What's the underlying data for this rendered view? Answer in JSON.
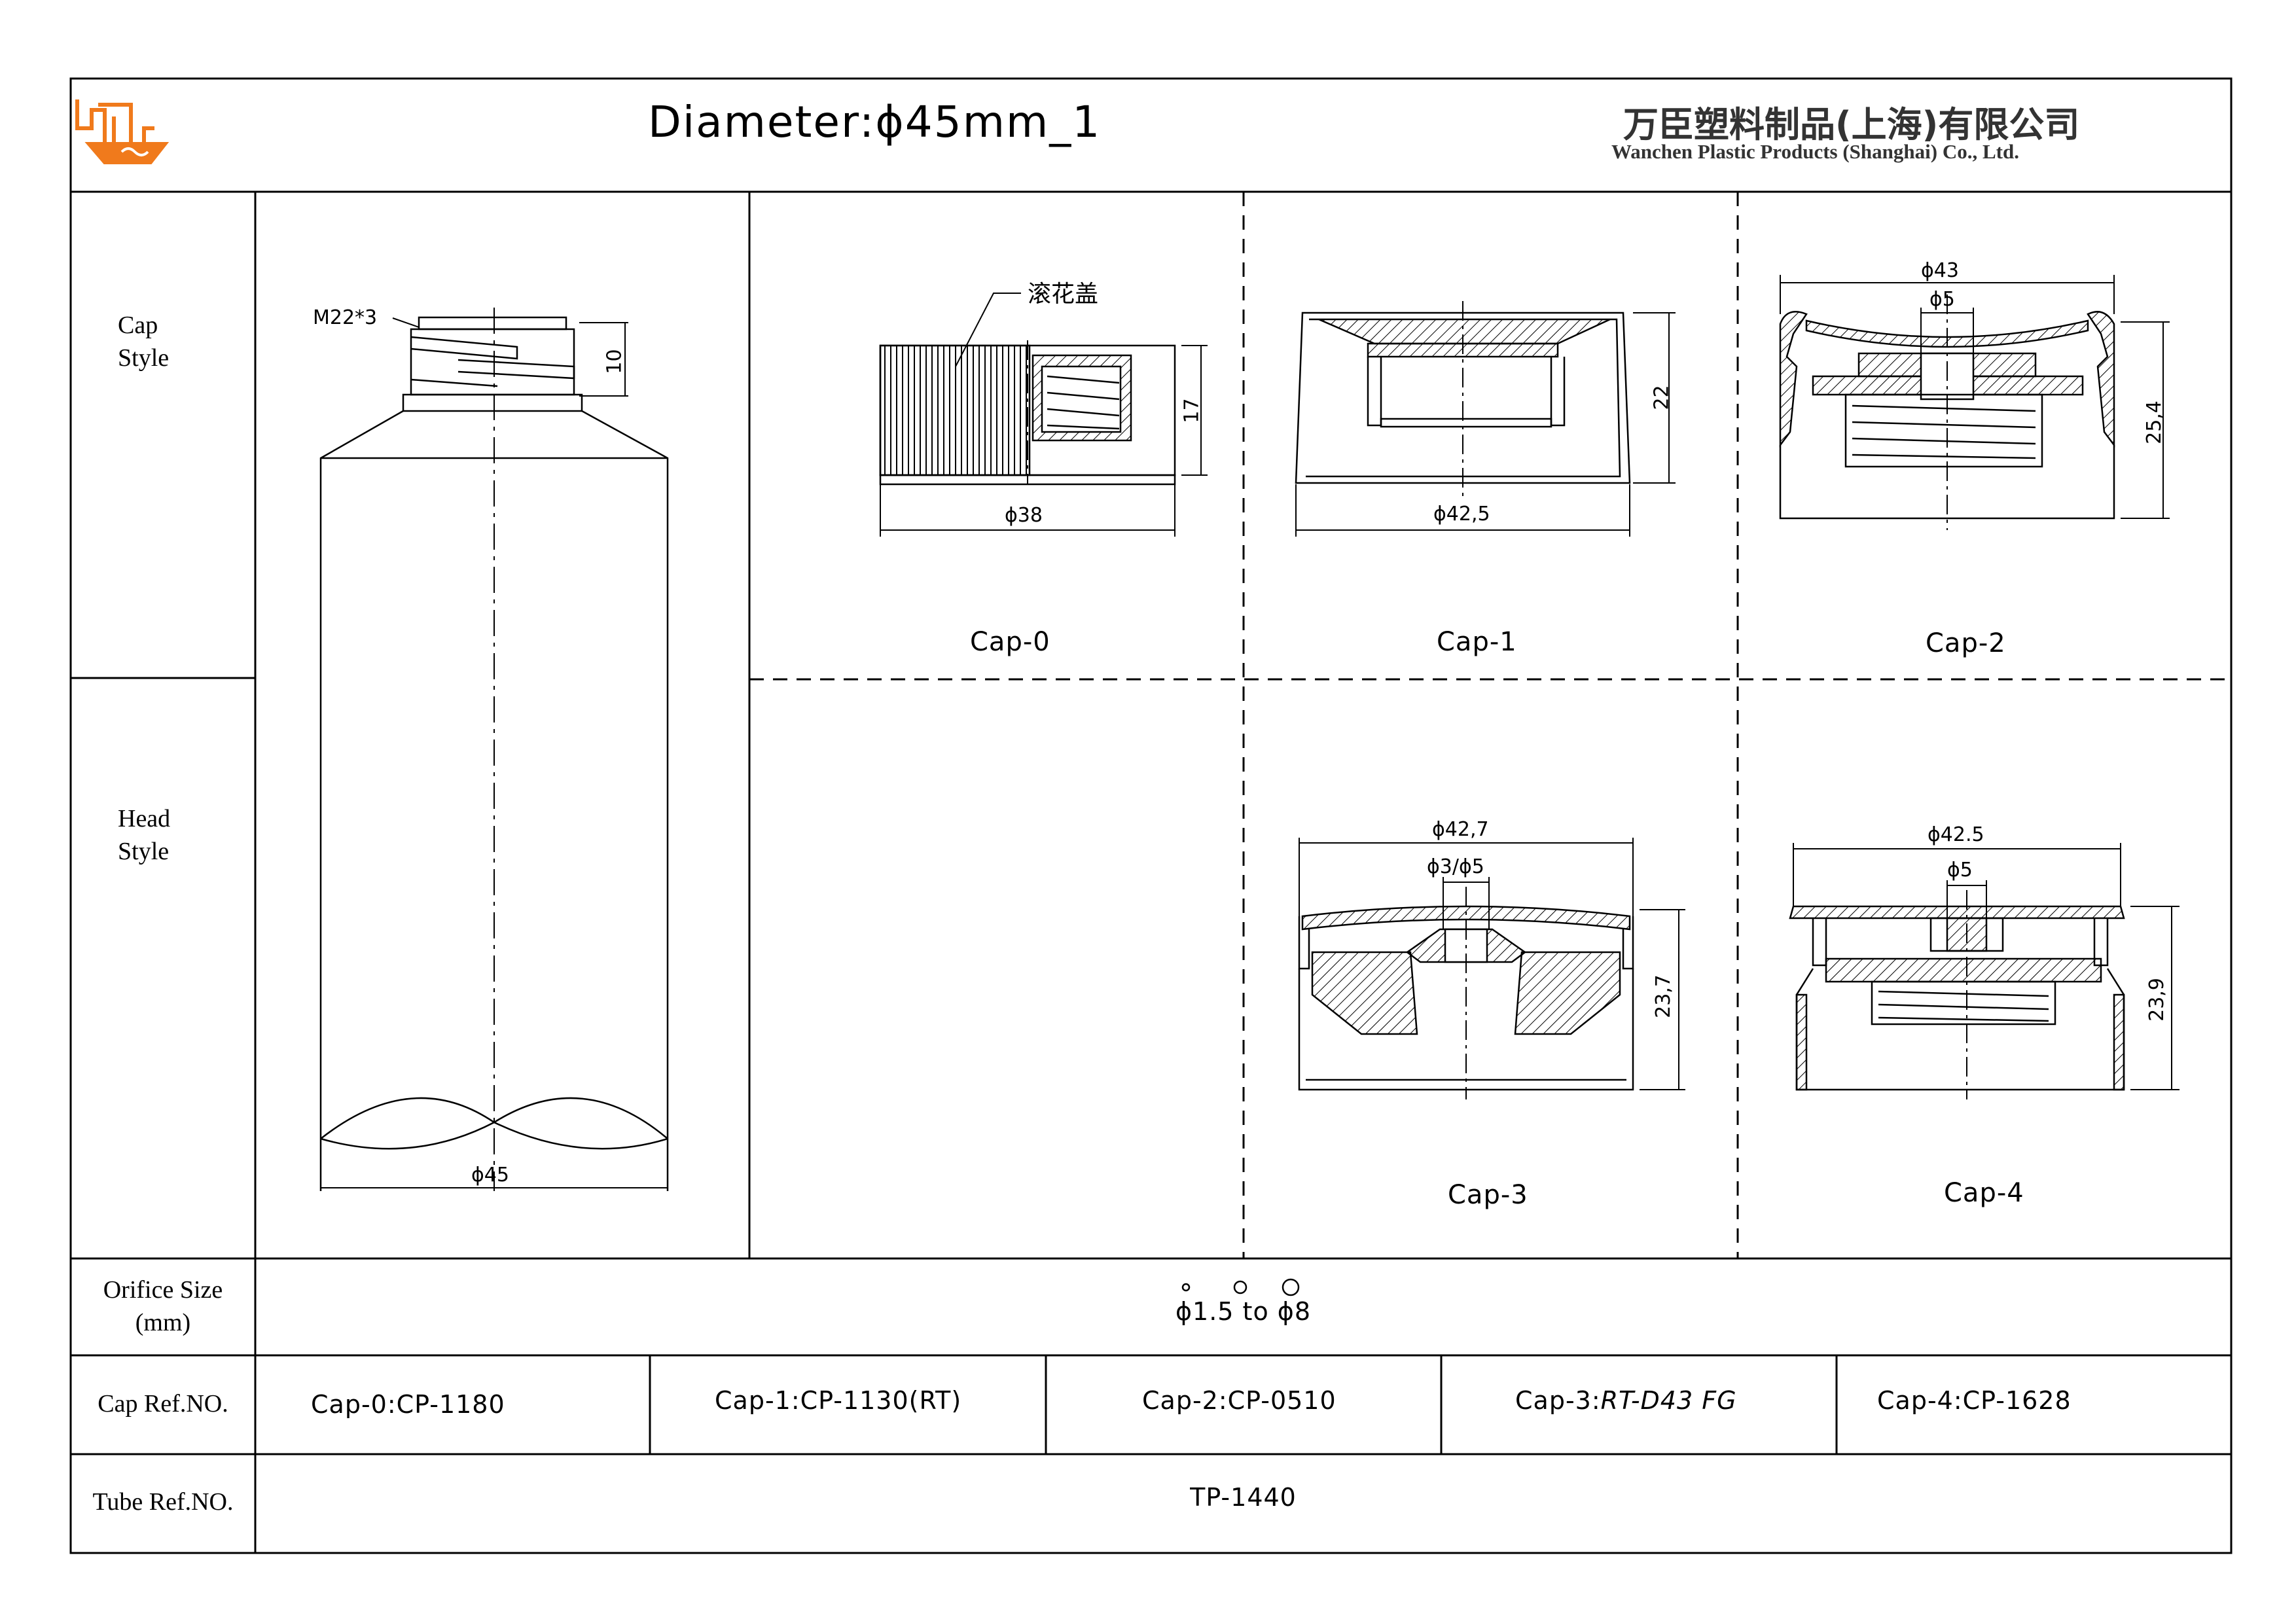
{
  "header": {
    "title": "Diameter:ϕ45mm_1",
    "company_cn": "万臣塑料制品(上海)有限公司",
    "company_en": "Wanchen Plastic Products (Shanghai) Co., Ltd."
  },
  "rows": {
    "cap_style": "Cap\nStyle",
    "head_style": "Head\nStyle",
    "orifice_size": "Orifice Size\n(mm)",
    "cap_ref": "Cap Ref.NO.",
    "tube_ref": "Tube Ref.NO."
  },
  "tube": {
    "thread": "M22*3",
    "neck_height": "10",
    "diameter": "ϕ45"
  },
  "caps": [
    {
      "label": "Cap-0",
      "note": "滚花盖",
      "diameter": "ϕ38",
      "height": "17"
    },
    {
      "label": "Cap-1",
      "diameter": "ϕ42,5",
      "height": "22"
    },
    {
      "label": "Cap-2",
      "diameter": "ϕ43",
      "orifice": "ϕ5",
      "height": "25,4"
    },
    {
      "label": "Cap-3",
      "diameter": "ϕ42,7",
      "orifice": "ϕ3/ϕ5",
      "height": "23,7"
    },
    {
      "label": "Cap-4",
      "diameter": "ϕ42.5",
      "orifice": "ϕ5",
      "height": "23,9"
    }
  ],
  "orifice": {
    "text": "ϕ1.5 to ϕ8"
  },
  "cap_refs": {
    "c0": "Cap-0:CP-1180",
    "c1": "Cap-1:CP-1130(RT)",
    "c2": "Cap-2:CP-0510",
    "c3_prefix": "Cap-3:",
    "c3_code": "RT-D43 FG",
    "c4": "Cap-4:CP-1628"
  },
  "tube_ref": "TP-1440",
  "colors": {
    "logo": "#f07a1c",
    "line": "#000000",
    "company": "#333333"
  }
}
